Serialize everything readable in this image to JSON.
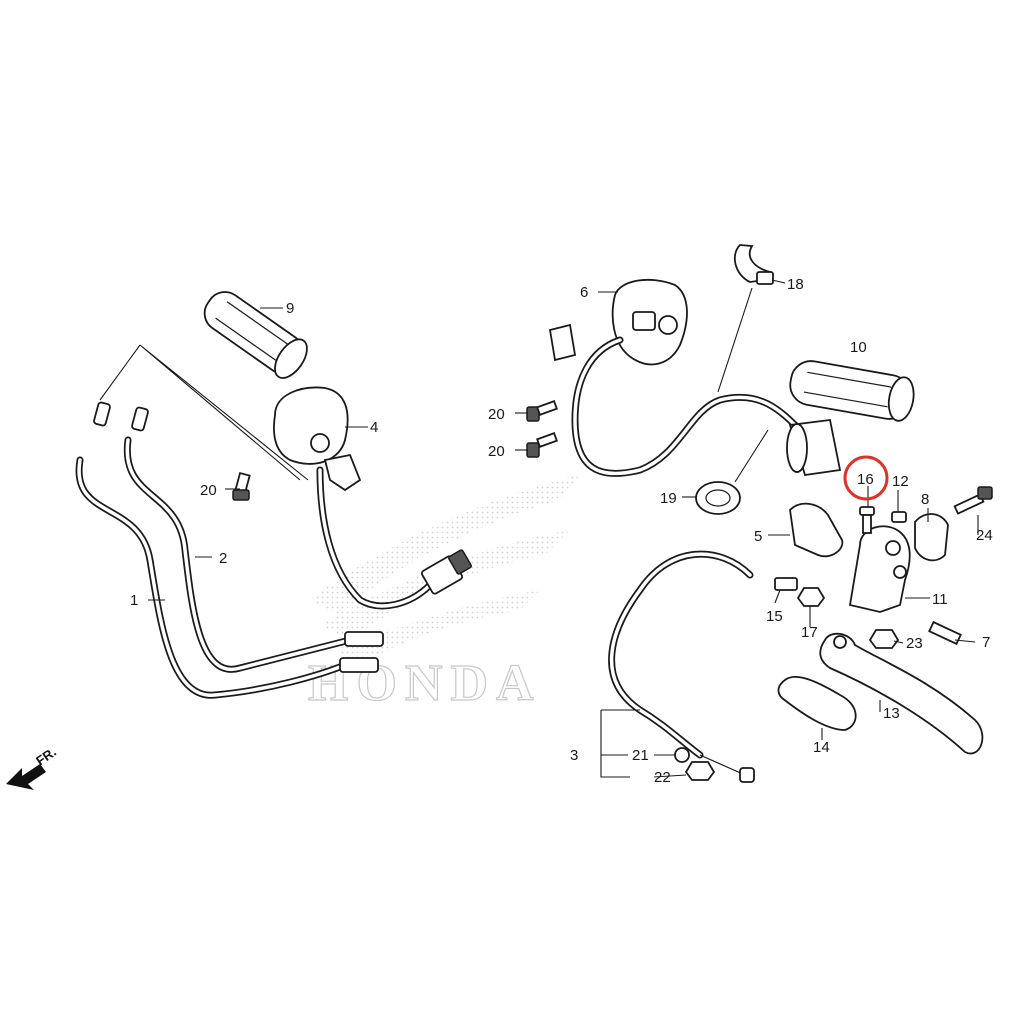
{
  "diagram": {
    "watermark": "HONDA",
    "direction_label": "FR.",
    "highlight_color": "#e0322a",
    "highlighted_part": "16",
    "part_labels": [
      "1",
      "2",
      "3",
      "4",
      "5",
      "6",
      "7",
      "8",
      "9",
      "10",
      "11",
      "12",
      "13",
      "14",
      "15",
      "16",
      "17",
      "18",
      "19",
      "20",
      "20",
      "20",
      "21",
      "22",
      "23",
      "24"
    ]
  }
}
